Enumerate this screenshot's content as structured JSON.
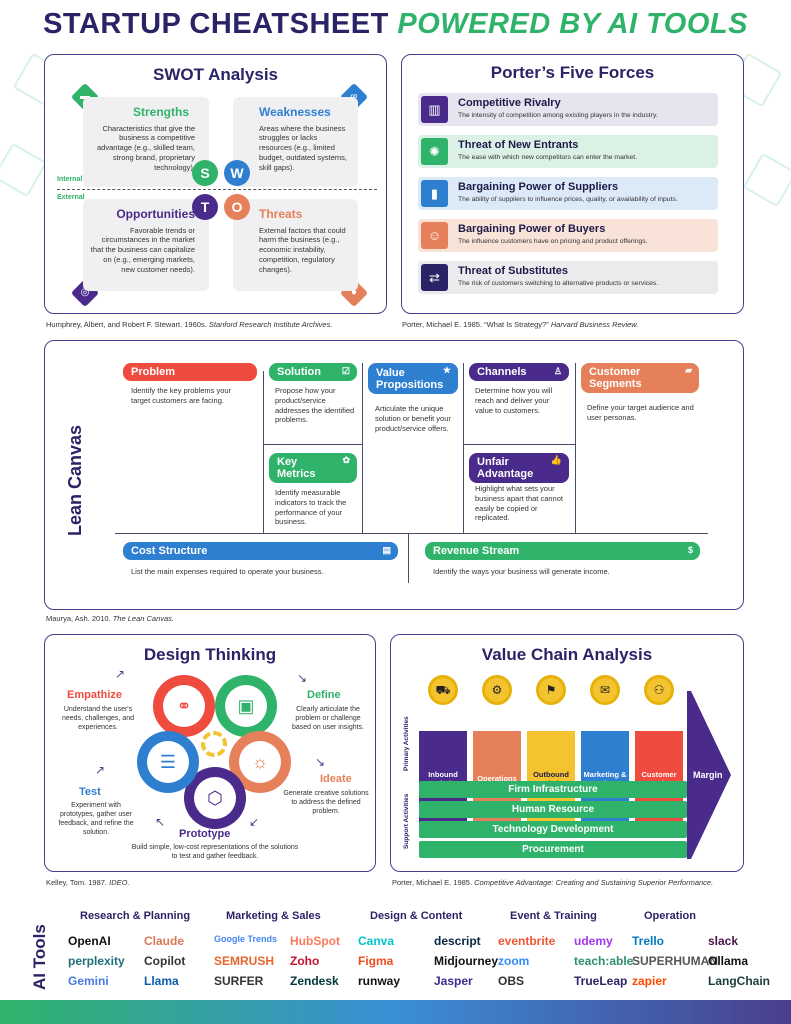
{
  "header": {
    "title_part1": "STARTUP CHEATSHEET",
    "title_part2": "POWERED BY AI TOOLS"
  },
  "swot": {
    "title": "SWOT Analysis",
    "internal_label": "Internal",
    "external_label": "External",
    "strengths": {
      "heading": "Strengths",
      "letter": "S",
      "text": "Characteristics that give the business a competitive advantage (e.g., skilled team, strong brand, proprietary technology)."
    },
    "weaknesses": {
      "heading": "Weaknesses",
      "letter": "W",
      "text": "Areas where the business struggles or lacks resources (e.g., limited budget, outdated systems, skill gaps)."
    },
    "opportunities": {
      "heading": "Opportunities",
      "letter": "T",
      "text": "Favorable trends or circumstances in the market that the business can capitalize on (e.g., emerging markets, new customer needs)."
    },
    "threats": {
      "heading": "Threats",
      "letter": "O",
      "text": "External factors that could harm the business (e.g., economic instability, competition, regulatory changes)."
    },
    "citation_authors": "Humphrey, Albert, and Robert F. Stewart. 1960s.",
    "citation_source": "Stanford Research Institute Archives."
  },
  "porter": {
    "title": "Porter’s Five Forces",
    "forces": [
      {
        "heading": "Competitive Rivalry",
        "text": "The intensity of competition among existing players in the industry.",
        "bg": "#e6e4ee",
        "icon_bg": "#4a2a8a",
        "icon": "building-icon"
      },
      {
        "heading": "Threat of New Entrants",
        "text": "The ease with which new competitors can enter the market.",
        "bg": "#dcf1e5",
        "icon_bg": "#2fb36a",
        "icon": "network-icon"
      },
      {
        "heading": "Bargaining Power of Suppliers",
        "text": "The ability of suppliers to influence prices, quality, or availability of inputs.",
        "bg": "#dce9f7",
        "icon_bg": "#2f7fd1",
        "icon": "chart-icon"
      },
      {
        "heading": "Bargaining Power of Buyers",
        "text": "The influence customers have on pricing and product offerings.",
        "bg": "#f9e3d8",
        "icon_bg": "#e5805a",
        "icon": "group-icon"
      },
      {
        "heading": "Threat of Substitutes",
        "text": "The risk of customers switching to alternative products or services.",
        "bg": "#ebebee",
        "icon_bg": "#2a2466",
        "icon": "swap-icon"
      }
    ],
    "citation_authors": "Porter, Michael E. 1985. “What Is Strategy?”",
    "citation_source": "Harvard Business Review."
  },
  "lean": {
    "side_label": "Lean Canvas",
    "problem": {
      "label": "Problem",
      "text": "Identify the key problems your target customers are facing."
    },
    "solution": {
      "label": "Solution",
      "text": "Propose how your product/service addresses the identified problems."
    },
    "key_metrics": {
      "label": "Key Metrics",
      "text": "Identify measurable indicators to track the performance of your business."
    },
    "value_prop": {
      "label": "Value Propositions",
      "text": "Articulate the unique solution or benefit your product/service offers."
    },
    "channels": {
      "label": "Channels",
      "text": "Determine how you will reach and deliver your value to customers."
    },
    "unfair": {
      "label": "Unfair Advantage",
      "text": "Highlight what sets your business apart that cannot easily be copied or replicated."
    },
    "segments": {
      "label": "Customer Segments",
      "text": "Define your target audience and user personas."
    },
    "cost": {
      "label": "Cost Structure",
      "text": "List the main expenses required to operate your business."
    },
    "revenue": {
      "label": "Revenue Stream",
      "text": "Identify the ways your business will generate income."
    },
    "citation_authors": "Maurya, Ash. 2010.",
    "citation_source": "The Lean Canvas."
  },
  "design": {
    "title": "Design Thinking",
    "empathize": {
      "heading": "Empathize",
      "text": "Understand the user's needs, challenges, and experiences."
    },
    "define": {
      "heading": "Define",
      "text": "Clearly articulate the problem or challenge based on user insights."
    },
    "ideate": {
      "heading": "Ideate",
      "text": "Generate creative solutions to address the defined problem."
    },
    "prototype": {
      "heading": "Prototype",
      "text": "Build simple, low-cost representations of the solutions to test and gather feedback."
    },
    "test": {
      "heading": "Test",
      "text": "Experiment with prototypes, gather user feedback, and refine the solution."
    },
    "citation_authors": "Kelley, Tom. 1987.",
    "citation_source": "IDEO."
  },
  "value_chain": {
    "title": "Value Chain Analysis",
    "primary_label": "Primary Activities",
    "support_label": "Support Activities",
    "primary": [
      {
        "label": "Inbound Logistics",
        "color": "#4a2a8a"
      },
      {
        "label": "Operations",
        "color": "#e5805a"
      },
      {
        "label": "Outbound Logistics",
        "color": "#f4c430"
      },
      {
        "label": "Marketing & Sales",
        "color": "#2f7fd1"
      },
      {
        "label": "Customer Service",
        "color": "#ef4b3f"
      }
    ],
    "support": [
      "Firm Infrastructure",
      "Human Resource",
      "Technology Development",
      "Procurement"
    ],
    "margin": "Margin",
    "citation_authors": "Porter, Michael E. 1985.",
    "citation_source": "Competitive Advantage: Creating and Sustaining Superior Performance."
  },
  "ai_tools": {
    "side_label": "AI Tools",
    "categories": [
      {
        "name": "Research & Planning",
        "tools": [
          "OpenAI",
          "Claude",
          "perplexity",
          "Copilot",
          "Gemini",
          "Llama"
        ]
      },
      {
        "name": "Marketing & Sales",
        "tools": [
          "Google Trends",
          "HubSpot",
          "SEMRUSH",
          "Zoho",
          "SURFER",
          "Zendesk"
        ]
      },
      {
        "name": "Design & Content",
        "tools": [
          "Canva",
          "descript",
          "Figma",
          "Midjourney",
          "runway",
          "Jasper"
        ]
      },
      {
        "name": "Event & Training",
        "tools": [
          "eventbrite",
          "udemy",
          "zoom",
          "teach:able",
          "OBS",
          "TrueLeap"
        ]
      },
      {
        "name": "Operation",
        "tools": [
          "Trello",
          "slack",
          "SUPERHUMAN",
          "Ollama",
          "zapier",
          "LangChain"
        ]
      }
    ]
  }
}
